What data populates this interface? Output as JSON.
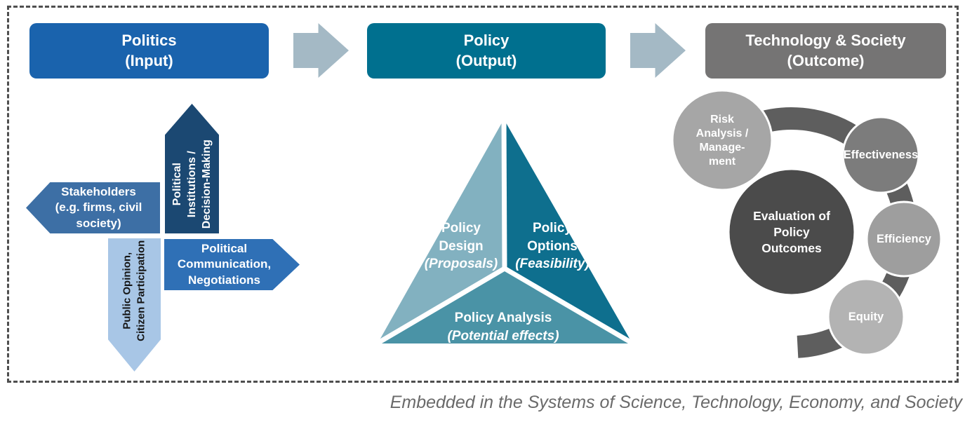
{
  "caption": "Embedded in the Systems of Science, Technology, Economy, and Society",
  "colors": {
    "politics_box": "#1a63ad",
    "policy_box": "#00708f",
    "tech_box": "#757474",
    "flow_arrow": "#a4b9c5",
    "arrow_up": "#1b4872",
    "arrow_left": "#3d6fa5",
    "arrow_right": "#2f70b6",
    "arrow_down": "#a8c6e6",
    "triangle_left": "#82b1c0",
    "triangle_right": "#0e6f8e",
    "triangle_bottom": "#4a93a6",
    "ring": "#5e5e5e",
    "circle_risk": "#a6a6a6",
    "circle_effectiveness": "#7c7c7c",
    "circle_evaluation": "#4b4b4b",
    "circle_efficiency": "#9e9e9e",
    "circle_equity": "#b3b3b3",
    "dashed_border": "#4f4f4f",
    "caption_text": "#6a6a6a"
  },
  "stages": {
    "politics": {
      "title": "Politics",
      "subtitle": "(Input)"
    },
    "policy": {
      "title": "Policy",
      "subtitle": "(Output)"
    },
    "technology": {
      "title": "Technology & Society",
      "subtitle": "(Outcome)"
    }
  },
  "politics_cluster": {
    "up_arrow": {
      "lines": [
        "Political",
        "Institutions /",
        "Decision-Making"
      ]
    },
    "left_arrow": {
      "lines": [
        "Stakeholders",
        "(e.g. firms, civil",
        "society)"
      ]
    },
    "right_arrow": {
      "lines": [
        "Political",
        "Communication,",
        "Negotiations"
      ]
    },
    "down_arrow": {
      "lines": [
        "Public Opinion,",
        "Citizen Participation"
      ]
    }
  },
  "policy_triangle": {
    "design": {
      "line1": "Policy",
      "line2": "Design",
      "sub": "(Proposals)"
    },
    "options": {
      "line1": "Policy",
      "line2": "Options",
      "sub": "(Feasibility)"
    },
    "analysis": {
      "title": "Policy Analysis",
      "sub": "(Potential effects)"
    }
  },
  "outcome_cluster": {
    "risk": {
      "lines": [
        "Risk",
        "Analysis /",
        "Manage-",
        "ment"
      ]
    },
    "effectiveness": {
      "label": "Effectiveness"
    },
    "evaluation": {
      "lines": [
        "Evaluation of",
        "Policy",
        "Outcomes"
      ]
    },
    "efficiency": {
      "label": "Efficiency"
    },
    "equity": {
      "label": "Equity"
    }
  }
}
